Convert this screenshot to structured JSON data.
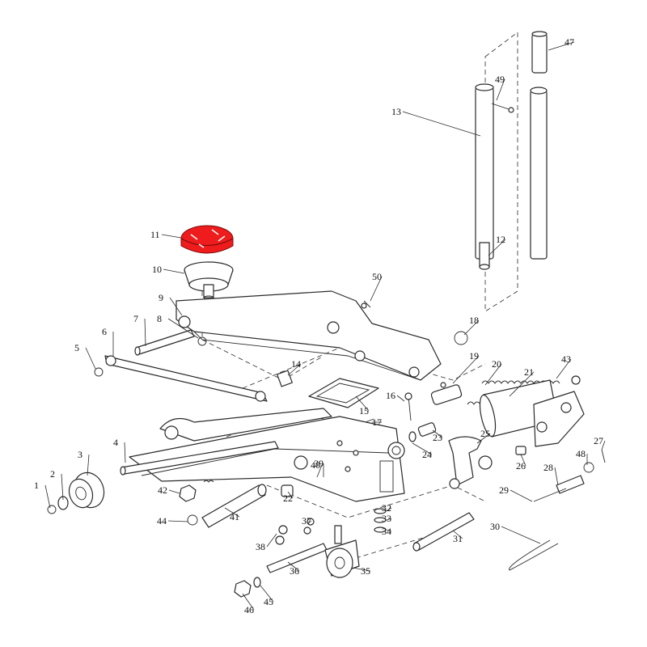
{
  "diagram": {
    "highlight_color": "#ee1c1c",
    "callouts": [
      "1",
      "2",
      "3",
      "4",
      "5",
      "6",
      "7",
      "8",
      "9",
      "10",
      "11",
      "12",
      "13",
      "14",
      "15",
      "16",
      "17",
      "18",
      "19",
      "20",
      "21",
      "22",
      "23",
      "24",
      "25",
      "26",
      "27",
      "28",
      "29",
      "30",
      "31",
      "32",
      "33",
      "34",
      "35",
      "36",
      "37",
      "38",
      "39",
      "40",
      "41",
      "42",
      "43",
      "44",
      "45",
      "46",
      "47",
      "48",
      "49",
      "50"
    ],
    "highlighted_part": "11"
  }
}
